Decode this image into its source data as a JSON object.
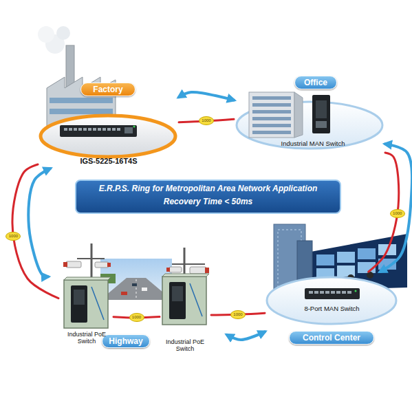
{
  "diagram": {
    "title": "E.R.P.S. Ring for Metropolitan Area Network Application",
    "nodes": [
      {
        "text": [
          "Factory",
          "IGS-5225-16T4S"
        ]
      },
      {
        "text": [
          "Office",
          "Industrial MAN Switch"
        ]
      },
      {
        "text": [
          "Highway"
        ]
      },
      {
        "text": [
          "Industrial PoE Switch"
        ],
        "in": 2
      },
      {
        "text": [
          "Industrial PoE Switch"
        ],
        "in": 2
      },
      {
        "text": [
          "Control Center",
          "8-Port MAN Switch"
        ]
      }
    ],
    "edges": [
      {
        "from": 0,
        "to": 1,
        "arrow": "none",
        "label": "1000"
      },
      {
        "from": 1,
        "to": 5,
        "arrow": "none",
        "label": "1000"
      },
      {
        "from": 5,
        "to": 4,
        "arrow": "none",
        "label": "1000"
      },
      {
        "from": 4,
        "to": 3,
        "arrow": "none",
        "label": "1000"
      },
      {
        "from": 3,
        "to": 0,
        "arrow": "none",
        "label": "1000"
      },
      {
        "from": 0,
        "to": 1,
        "arrow": "both"
      },
      {
        "from": 1,
        "to": 5,
        "arrow": "both"
      },
      {
        "from": 5,
        "to": 2,
        "arrow": "both"
      },
      {
        "from": 2,
        "to": 0,
        "arrow": "both"
      }
    ],
    "labels": [
      "Recovery Time < 50ms"
    ]
  }
}
